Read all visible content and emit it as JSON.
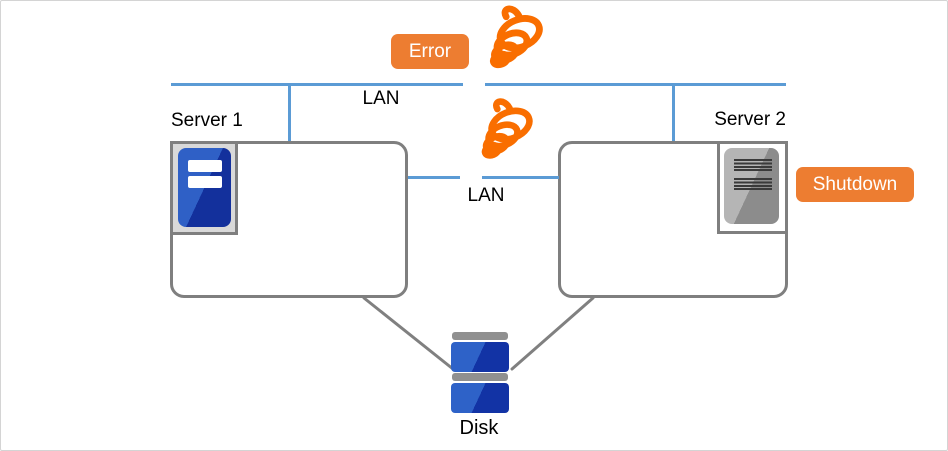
{
  "nodes": {
    "server1": {
      "label": "Server 1"
    },
    "server2": {
      "label": "Server 2"
    },
    "disk": {
      "label": "Disk"
    }
  },
  "networks": {
    "lan_top": {
      "label": "LAN",
      "status": "broken"
    },
    "lan_interconnect": {
      "label": "LAN",
      "status": "broken"
    }
  },
  "badges": {
    "error": {
      "label": "Error"
    },
    "shutdown": {
      "label": "Shutdown"
    }
  },
  "icons": {
    "server1_tower": "server-tower-active-icon",
    "server2_tower": "server-tower-down-icon",
    "break_top": "error-scribble-icon",
    "break_interconnect": "lan-break-scribble-icon",
    "disk": "disk-stack-icon"
  },
  "colors": {
    "lan_line": "#5B9BD5",
    "connector": "#808080",
    "box_border": "#7F7F7F",
    "badge_bg": "#ED7D31",
    "badge_text": "#FFFFFF",
    "squiggle": "#F96E00",
    "frame1_bg": "#D9D9D9",
    "frame2_bg": "#FFFFFF",
    "tower_blue_light": "#2F60C6",
    "tower_blue_dark": "#13309C",
    "tower_gray_light": "#B5B5B5",
    "tower_gray_dark": "#8C8C8C",
    "vent": "#3A3A3A",
    "disk_blue_light": "#2E62C8",
    "disk_blue_dark": "#1233A5",
    "disk_cap": "#909090",
    "label_text": "#000000",
    "canvas_border": "#D4D4D4"
  }
}
